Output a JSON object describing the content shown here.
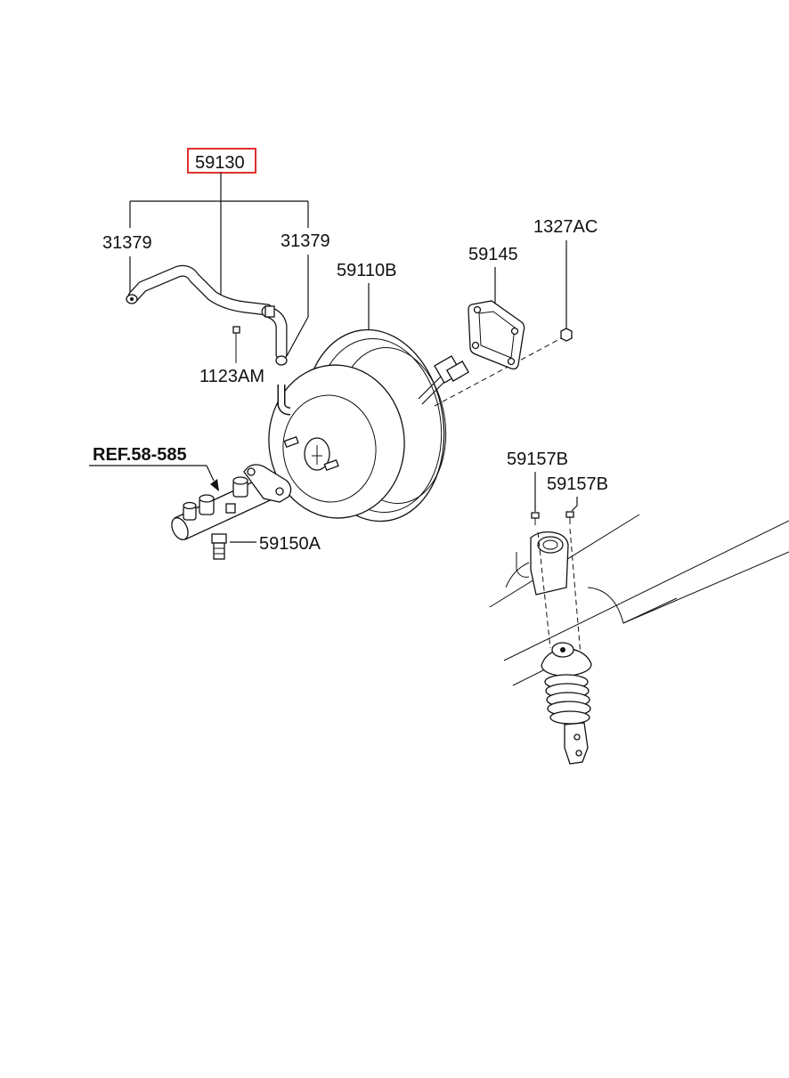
{
  "diagram": {
    "highlight_color": "#e03030",
    "callouts": {
      "hose_assembly": "59130",
      "clamp_left": "31379",
      "clamp_right": "31379",
      "booster": "59110B",
      "gasket": "59145",
      "nut": "1327AC",
      "bolt": "1123AM",
      "reference": "REF.58-585",
      "sensor": "59150A",
      "screw_left": "59157B",
      "screw_right": "59157B"
    }
  }
}
